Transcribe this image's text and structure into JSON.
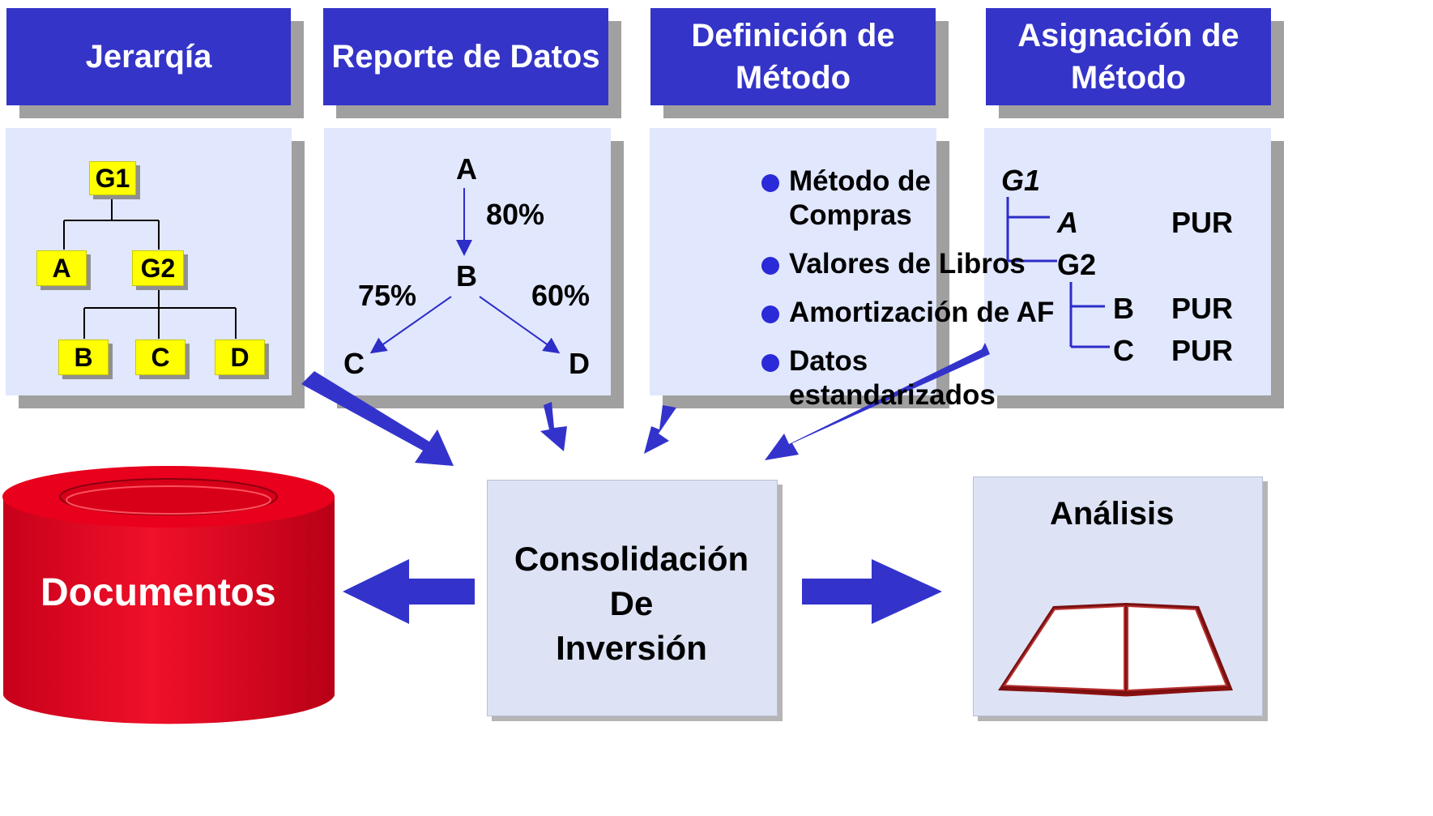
{
  "headers": {
    "jerarquia": "Jerarqía",
    "reporte": "Reporte de Datos",
    "definicion": [
      "Definición de",
      "Método"
    ],
    "asignacion": [
      "Asignación de",
      "Método"
    ]
  },
  "hierarchy": {
    "root": "G1",
    "level1": [
      "A",
      "G2"
    ],
    "level2": [
      "B",
      "C",
      "D"
    ]
  },
  "report": {
    "nodes": [
      "A",
      "B",
      "C",
      "D"
    ],
    "percentages": {
      "a_b": "80%",
      "b_c": "75%",
      "b_d": "60%"
    }
  },
  "definition_items": [
    "Método de Compras",
    "Valores de Libros",
    "Amortización de AF",
    "Datos estandarizados"
  ],
  "assignment": {
    "root": "G1",
    "rows": [
      {
        "node": "A",
        "method": "PUR"
      },
      {
        "node": "G2",
        "method": ""
      },
      {
        "node": "B",
        "method": "PUR"
      },
      {
        "node": "C",
        "method": "PUR"
      }
    ]
  },
  "documents_label": "Documentos",
  "consolidation": [
    "Consolidación",
    "De",
    "Inversión"
  ],
  "analysis_label": "Análisis",
  "colors": {
    "header_blue": "#3434c8",
    "panel_bg": "#e1e7fc",
    "arrow_blue": "#3333cc",
    "highlight_yellow": "#ffff00",
    "cylinder_red": "#e8001c"
  }
}
